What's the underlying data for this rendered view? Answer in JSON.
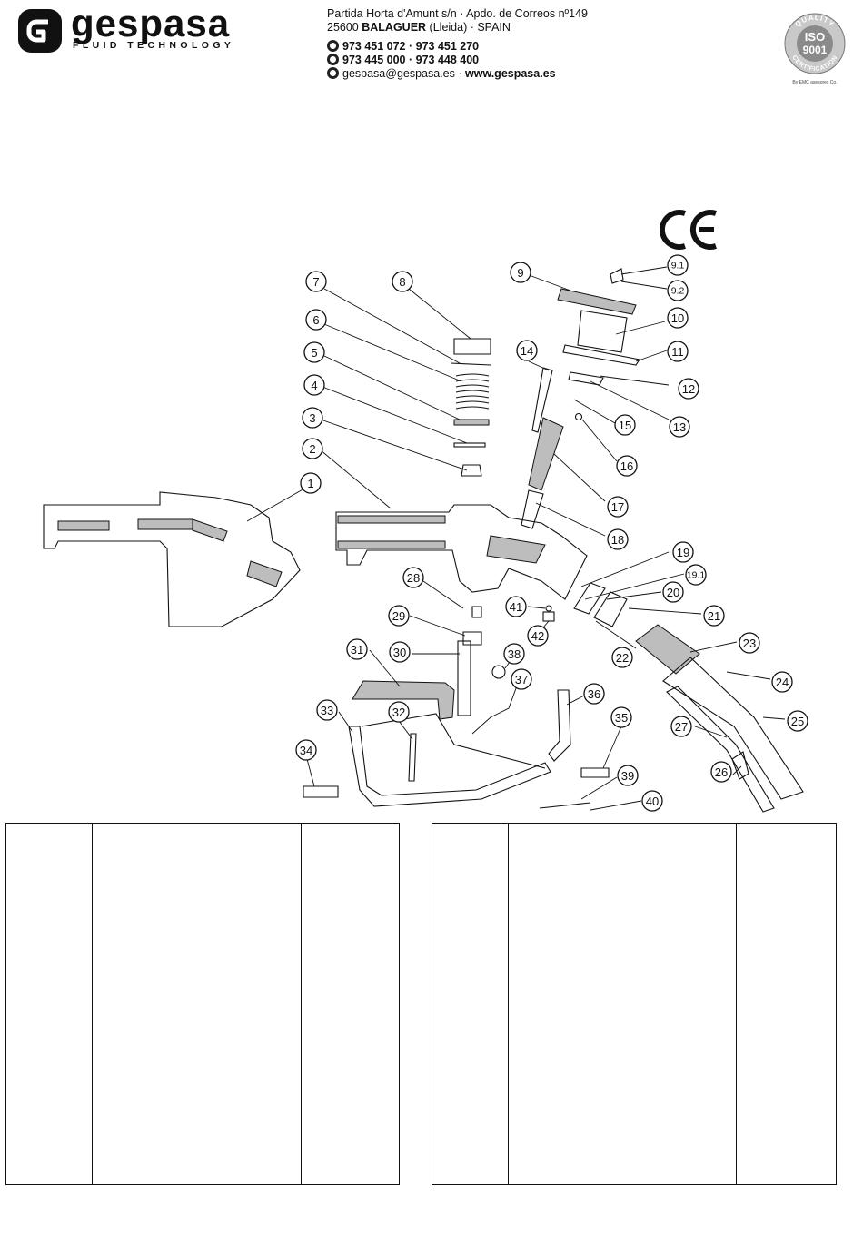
{
  "header": {
    "brand_name": "gespasa",
    "brand_tagline": "FLUID TECHNOLOGY",
    "address_line1": "Partida Horta d'Amunt s/n · Apdo. de Correos nº149",
    "address_line2_prefix": "25600 ",
    "address_line2_city": "BALAGUER",
    "address_line2_suffix": " (Lleida) · SPAIN",
    "phone": "973 451 072 · 973 451 270",
    "fax": "973 445 000 · 973 448 400",
    "email": "gespasa@gespasa.es",
    "separator": " · ",
    "web": "www.gespasa.es",
    "phone_icon": "phone-icon",
    "fax_icon": "fax-icon",
    "email_icon": "email-icon"
  },
  "certification": {
    "top_text": "QUALITY",
    "bottom_text": "CERTIFICATION",
    "standard_a": "ISO",
    "standard_b": "9001",
    "issuer": "By EMC asesores Co."
  },
  "ce_mark": "CE",
  "diagram": {
    "labels": [
      "1",
      "2",
      "3",
      "4",
      "5",
      "6",
      "7",
      "8",
      "9",
      "9.1",
      "9.2",
      "10",
      "11",
      "12",
      "13",
      "14",
      "15",
      "16",
      "17",
      "18",
      "19",
      "19.1",
      "20",
      "21",
      "22",
      "23",
      "24",
      "25",
      "26",
      "27",
      "28",
      "29",
      "30",
      "31",
      "32",
      "33",
      "34",
      "35",
      "36",
      "37",
      "38",
      "39",
      "40",
      "41",
      "42"
    ]
  },
  "tables": {
    "left": {
      "columns": 3,
      "rows": []
    },
    "right": {
      "columns": 3,
      "rows": []
    }
  }
}
